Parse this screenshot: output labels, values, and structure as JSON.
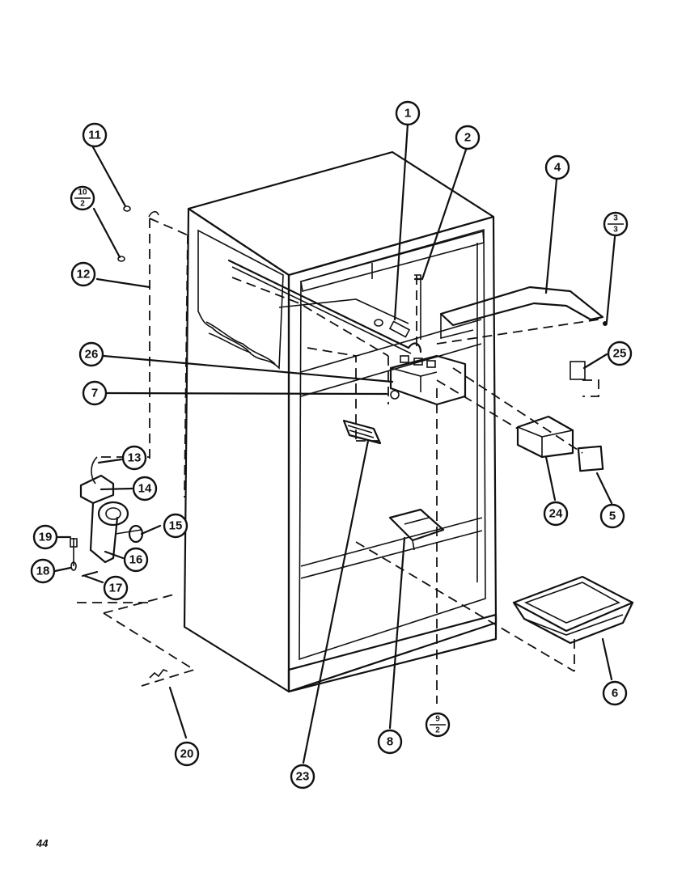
{
  "page_number": "44",
  "callouts": [
    {
      "id": "1",
      "label": "1"
    },
    {
      "id": "2",
      "label": "2"
    },
    {
      "id": "4",
      "label": "4"
    },
    {
      "id": "5",
      "label": "5"
    },
    {
      "id": "6",
      "label": "6"
    },
    {
      "id": "7",
      "label": "7"
    },
    {
      "id": "8",
      "label": "8"
    },
    {
      "id": "11",
      "label": "11"
    },
    {
      "id": "12",
      "label": "12"
    },
    {
      "id": "13",
      "label": "13"
    },
    {
      "id": "14",
      "label": "14"
    },
    {
      "id": "15",
      "label": "15"
    },
    {
      "id": "16",
      "label": "16"
    },
    {
      "id": "17",
      "label": "17"
    },
    {
      "id": "18",
      "label": "18"
    },
    {
      "id": "19",
      "label": "19"
    },
    {
      "id": "20",
      "label": "20"
    },
    {
      "id": "23",
      "label": "23"
    },
    {
      "id": "24",
      "label": "24"
    },
    {
      "id": "25",
      "label": "25"
    },
    {
      "id": "26",
      "label": "26"
    }
  ],
  "fraction_callouts": [
    {
      "id": "10-2",
      "top": "10",
      "bottom": "2"
    },
    {
      "id": "3-3",
      "top": "3",
      "bottom": "3"
    },
    {
      "id": "9-2",
      "top": "9",
      "bottom": "2"
    }
  ]
}
